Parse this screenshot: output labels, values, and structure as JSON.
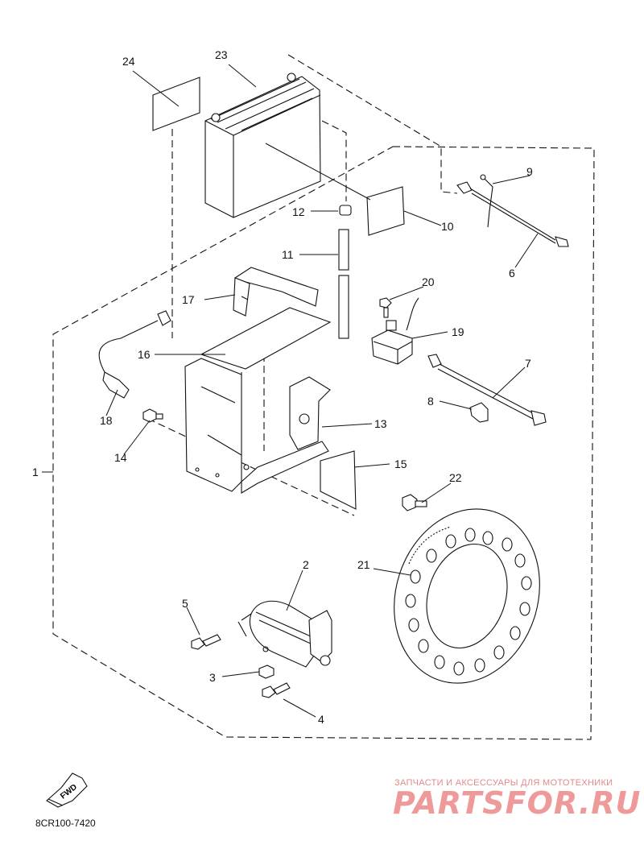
{
  "diagram": {
    "callouts": {
      "c1": "1",
      "c2": "2",
      "c3": "3",
      "c4": "4",
      "c5": "5",
      "c6": "6",
      "c7": "7",
      "c8": "8",
      "c9": "9",
      "c10": "10",
      "c11": "11",
      "c12": "12",
      "c13": "13",
      "c14": "14",
      "c15": "15",
      "c16": "16",
      "c17": "17",
      "c18": "18",
      "c19": "19",
      "c20": "20",
      "c21": "21",
      "c22": "22",
      "c23": "23",
      "c24": "24"
    },
    "fwd_label": "FWD",
    "drawing_code": "8CR100-7420"
  },
  "watermark": {
    "tagline": "ЗАПЧАСТИ И АКСЕССУАРЫ ДЛЯ МОТОТЕХНИКИ",
    "brand": "PARTSFOR.RU",
    "color": "#ee9a9a"
  }
}
